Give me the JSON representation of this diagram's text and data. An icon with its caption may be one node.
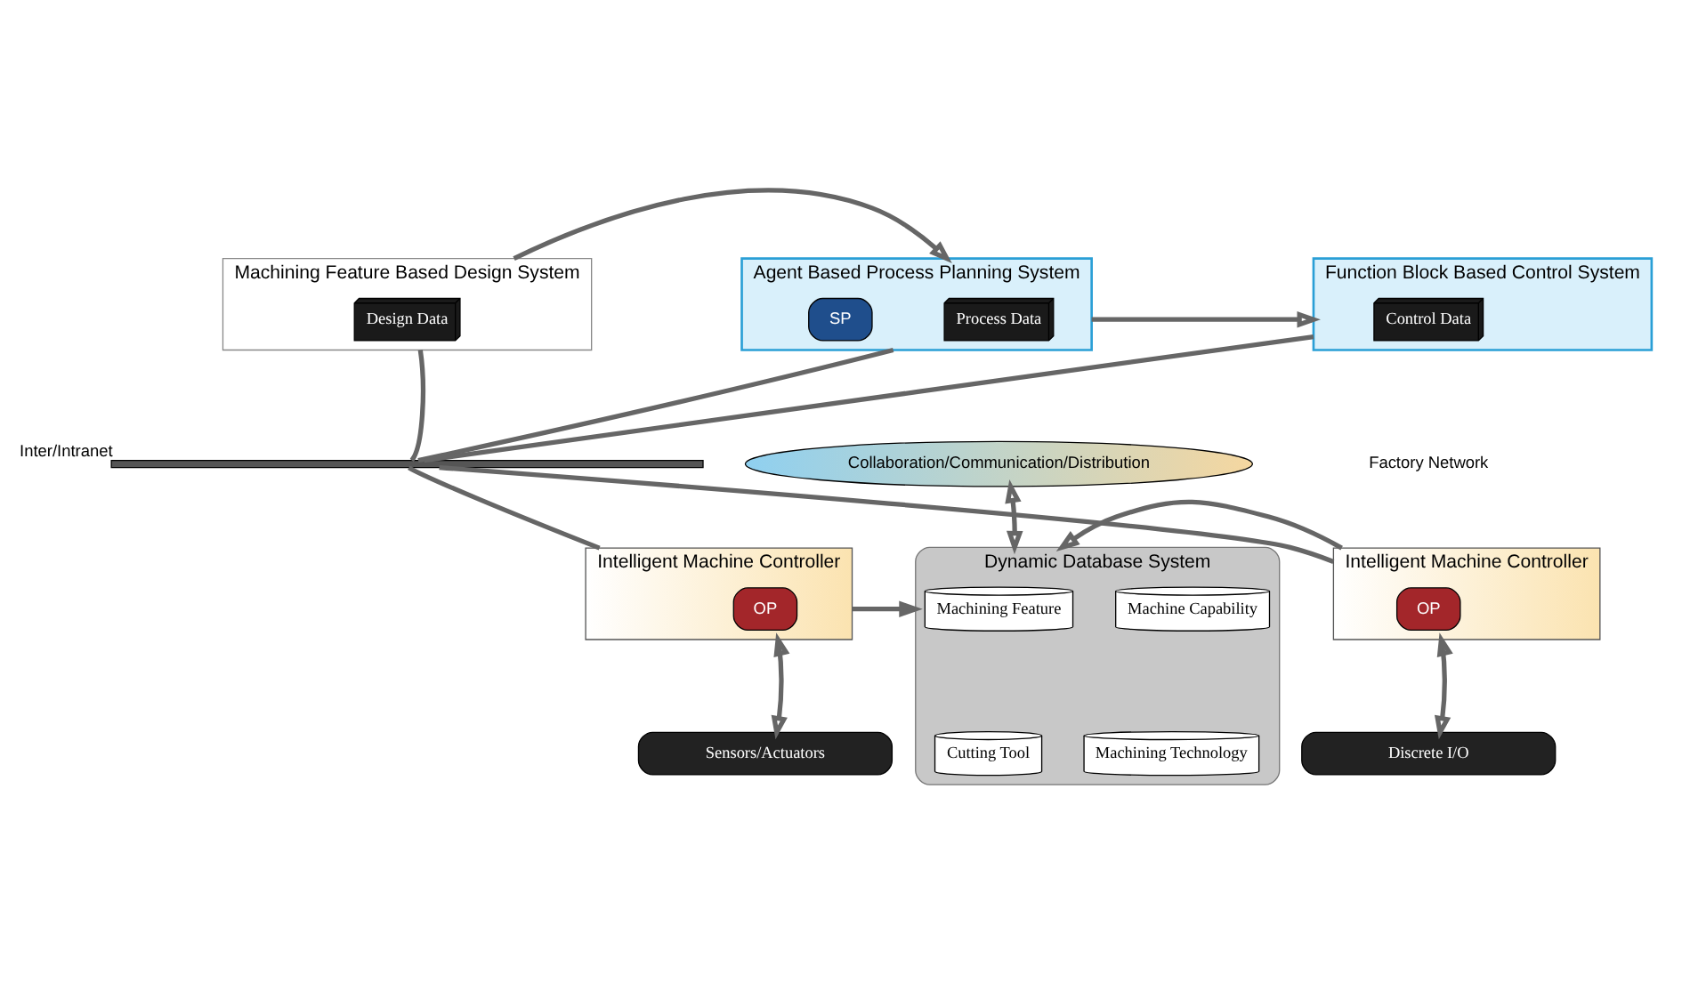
{
  "diagram": {
    "nodes": [
      {
        "text": [
          "Machining Feature Based Design System"
        ]
      },
      {
        "text": [
          "Design Data"
        ],
        "in": 0
      },
      {
        "text": [
          "Agent Based Process Planning System"
        ]
      },
      {
        "text": [
          "Process Data"
        ],
        "in": 2
      },
      {
        "text": [
          "SP"
        ],
        "in": 2
      },
      {
        "text": [
          "Function Block Based Control System"
        ]
      },
      {
        "text": [
          "Control Data"
        ],
        "in": 5
      },
      {
        "text": [],
        "shape": "bar",
        "beside": [
          "Inter/Intranet"
        ]
      },
      {
        "text": [
          "Collaboration/Communication/Distribution"
        ]
      },
      {
        "text": [
          "Intelligent Machine Controller"
        ]
      },
      {
        "text": [
          "OP"
        ],
        "in": 9
      },
      {
        "text": [
          "Dynamic Database System"
        ]
      },
      {
        "text": [
          "Machining Feature"
        ],
        "in": 11
      },
      {
        "text": [
          "Machine Capability"
        ],
        "in": 11
      },
      {
        "text": [
          "Cutting Tool"
        ],
        "in": 11
      },
      {
        "text": [
          "Machining Technology"
        ],
        "in": 11
      },
      {
        "text": [
          "Intelligent Machine Controller"
        ]
      },
      {
        "text": [
          "OP"
        ],
        "in": 16
      },
      {
        "text": [
          "Sensors/Actuators"
        ]
      },
      {
        "text": [
          "Discrete I/O"
        ]
      }
    ],
    "edges": [
      {
        "from": 0,
        "to": 2,
        "arrow": "to"
      },
      {
        "from": 2,
        "to": 5,
        "arrow": "to"
      },
      {
        "from": 0,
        "to": 7,
        "arrow": "none"
      },
      {
        "from": 2,
        "to": 7,
        "arrow": "none"
      },
      {
        "from": 5,
        "to": 7,
        "arrow": "none"
      },
      {
        "from": 9,
        "to": 7,
        "arrow": "none"
      },
      {
        "from": 16,
        "to": 7,
        "arrow": "none"
      },
      {
        "from": 8,
        "to": 11,
        "arrow": "both"
      },
      {
        "from": 9,
        "to": 11,
        "arrow": "to"
      },
      {
        "from": 16,
        "to": 11,
        "arrow": "to"
      },
      {
        "from": 9,
        "to": 18,
        "arrow": "both"
      },
      {
        "from": 16,
        "to": 19,
        "arrow": "both"
      }
    ],
    "labels": [
      "Factory Network"
    ]
  }
}
